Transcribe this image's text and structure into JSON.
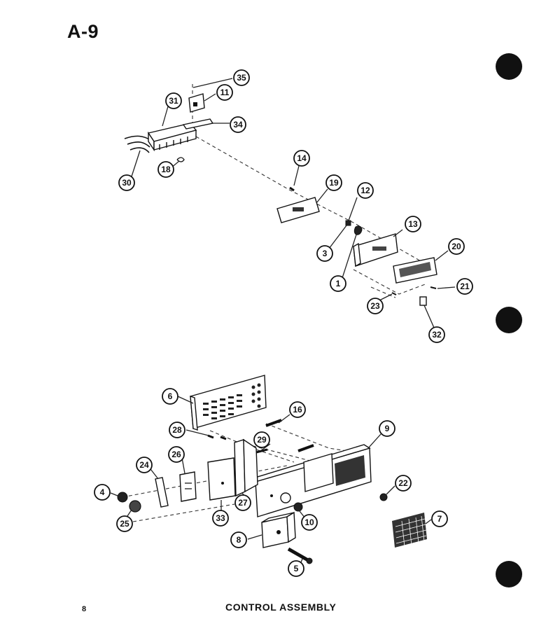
{
  "page": {
    "title": "A-9",
    "page_number": "8",
    "caption": "CONTROL ASSEMBLY"
  },
  "callouts": [
    {
      "id": "c35",
      "label": "35"
    },
    {
      "id": "c11",
      "label": "11"
    },
    {
      "id": "c31",
      "label": "31"
    },
    {
      "id": "c34",
      "label": "34"
    },
    {
      "id": "c30",
      "label": "30"
    },
    {
      "id": "c18",
      "label": "18"
    },
    {
      "id": "c14",
      "label": "14"
    },
    {
      "id": "c19",
      "label": "19"
    },
    {
      "id": "c12",
      "label": "12"
    },
    {
      "id": "c13",
      "label": "13"
    },
    {
      "id": "c3",
      "label": "3"
    },
    {
      "id": "c1",
      "label": "1"
    },
    {
      "id": "c20",
      "label": "20"
    },
    {
      "id": "c21",
      "label": "21"
    },
    {
      "id": "c23",
      "label": "23"
    },
    {
      "id": "c32",
      "label": "32"
    },
    {
      "id": "c6",
      "label": "6"
    },
    {
      "id": "c16",
      "label": "16"
    },
    {
      "id": "c9",
      "label": "9"
    },
    {
      "id": "c28",
      "label": "28"
    },
    {
      "id": "c29",
      "label": "29"
    },
    {
      "id": "c24",
      "label": "24"
    },
    {
      "id": "c26",
      "label": "26"
    },
    {
      "id": "c4",
      "label": "4"
    },
    {
      "id": "c25",
      "label": "25"
    },
    {
      "id": "c27",
      "label": "27"
    },
    {
      "id": "c33",
      "label": "33"
    },
    {
      "id": "c22",
      "label": "22"
    },
    {
      "id": "c10",
      "label": "10"
    },
    {
      "id": "c8",
      "label": "8"
    },
    {
      "id": "c7",
      "label": "7"
    },
    {
      "id": "c5",
      "label": "5"
    }
  ]
}
